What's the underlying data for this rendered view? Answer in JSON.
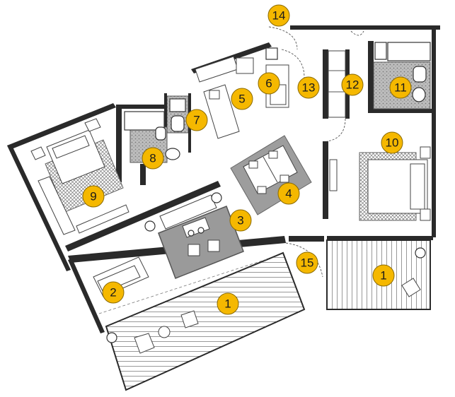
{
  "plan": {
    "markers": [
      {
        "id": "m1a",
        "label": "1"
      },
      {
        "id": "m1b",
        "label": "1"
      },
      {
        "id": "m2",
        "label": "2"
      },
      {
        "id": "m3",
        "label": "3"
      },
      {
        "id": "m4",
        "label": "4"
      },
      {
        "id": "m5",
        "label": "5"
      },
      {
        "id": "m6",
        "label": "6"
      },
      {
        "id": "m7",
        "label": "7"
      },
      {
        "id": "m8",
        "label": "8"
      },
      {
        "id": "m9",
        "label": "9"
      },
      {
        "id": "m10",
        "label": "10"
      },
      {
        "id": "m11",
        "label": "11"
      },
      {
        "id": "m12",
        "label": "12"
      },
      {
        "id": "m13",
        "label": "13"
      },
      {
        "id": "m14",
        "label": "14"
      },
      {
        "id": "m15",
        "label": "15"
      }
    ],
    "colors": {
      "marker_fill": "#f5b800",
      "walls": "#2a2a2a",
      "rug_gray": "#9a9a9a"
    }
  }
}
